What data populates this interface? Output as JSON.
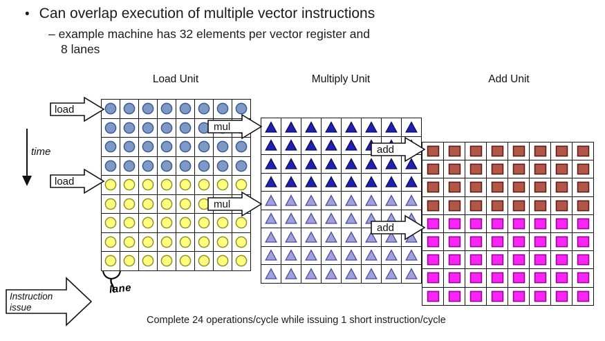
{
  "slide": {
    "title_bullet": "•",
    "title": "Can overlap execution of multiple vector instructions",
    "subtitle_dash": "–",
    "subtitle_line1": "example machine has 32 elements per vector register and",
    "subtitle_line2": "8 lanes",
    "time_label": "time",
    "issue_line1": "Instruction",
    "issue_line2": "issue",
    "lane_label": "lane",
    "caption": "Complete 24 operations/cycle while issuing 1 short instruction/cycle"
  },
  "units": [
    {
      "label": "Load Unit",
      "arrow_label": "load",
      "cols": 8,
      "batches": [
        {
          "rows": 4,
          "shape": "circle",
          "fill": "#7e99c5",
          "stroke": "#3c5a8f"
        },
        {
          "rows": 5,
          "shape": "circle",
          "fill": "#ffff80",
          "stroke": "#8f8f2a"
        }
      ]
    },
    {
      "label": "Multiply Unit",
      "arrow_label": "mul",
      "cols": 8,
      "batches": [
        {
          "rows": 4,
          "shape": "triangle",
          "fill": "#2121b0",
          "stroke": "#0d0d50"
        },
        {
          "rows": 5,
          "shape": "triangle",
          "fill": "#9fa0dc",
          "stroke": "#4b4b96"
        }
      ]
    },
    {
      "label": "Add Unit",
      "arrow_label": "add",
      "cols": 8,
      "batches": [
        {
          "rows": 4,
          "shape": "square",
          "fill": "#b2564a",
          "stroke": "#571f18"
        },
        {
          "rows": 5,
          "shape": "square",
          "fill": "#fa25f4",
          "stroke": "#8d0b8d"
        }
      ]
    }
  ]
}
